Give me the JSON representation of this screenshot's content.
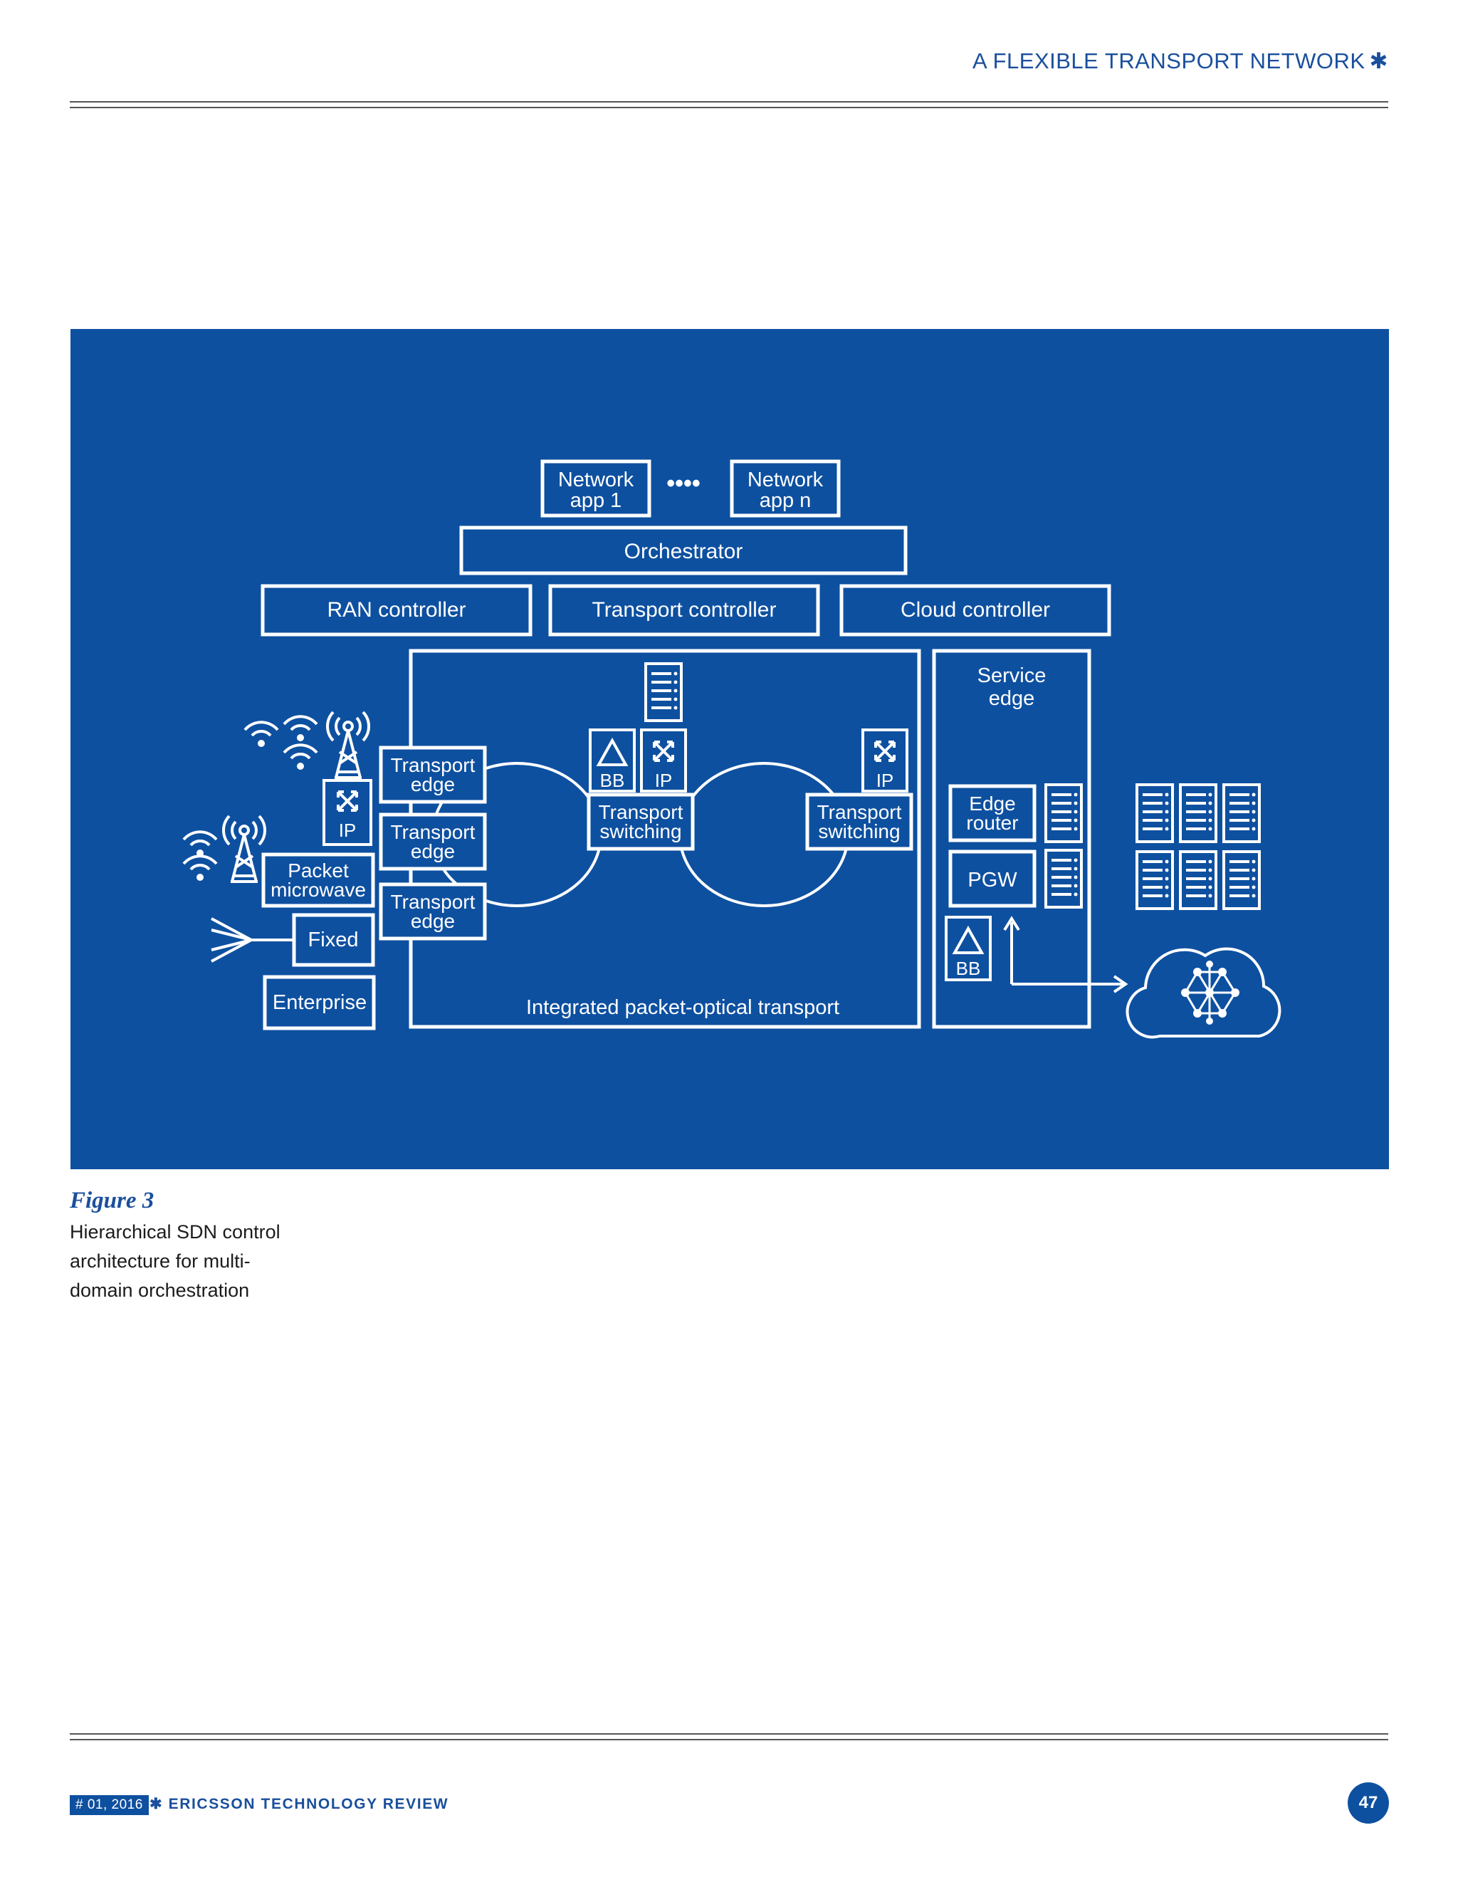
{
  "header": {
    "title": "A FLEXIBLE TRANSPORT NETWORK",
    "mark": "✱"
  },
  "diagram": {
    "network_app_1": [
      "Network",
      "app 1"
    ],
    "network_app_n": [
      "Network",
      "app n"
    ],
    "ellipsis": "••••",
    "orchestrator": "Orchestrator",
    "ran_controller": "RAN controller",
    "transport_controller": "Transport controller",
    "cloud_controller": "Cloud controller",
    "service_edge": [
      "Service",
      "edge"
    ],
    "transport_edge": [
      "Transport",
      "edge"
    ],
    "transport_switching": [
      "Transport",
      "switching"
    ],
    "ip": "IP",
    "bb": "BB",
    "packet_microwave": [
      "Packet",
      "microwave"
    ],
    "fixed": "Fixed",
    "enterprise": "Enterprise",
    "edge_router": [
      "Edge",
      "router"
    ],
    "pgw": "PGW",
    "integrated": "Integrated packet-optical transport"
  },
  "figure": {
    "label": "Figure 3",
    "caption": "Hierarchical SDN control architecture for multi-domain orchestration"
  },
  "footer": {
    "issue": "# 01, 2016",
    "publication": "✱ ERICSSON TECHNOLOGY REVIEW",
    "page": "47"
  },
  "colors": {
    "brand_blue": "#0e50a0",
    "accent_text": "#1a4f9c"
  }
}
